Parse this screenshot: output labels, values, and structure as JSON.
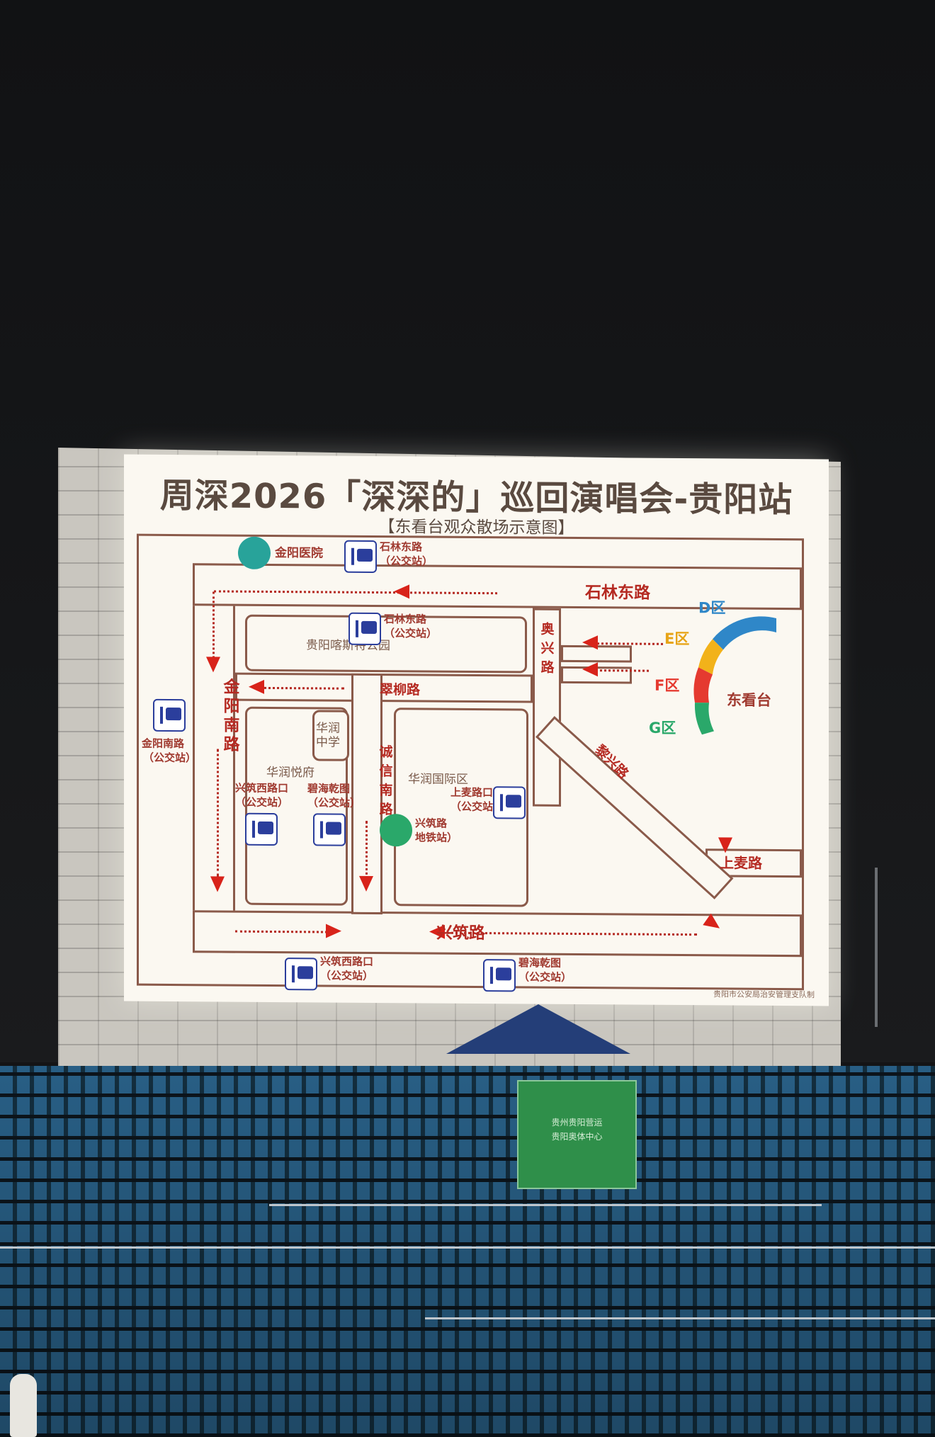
{
  "screen": {
    "title": "周深2026「深深的」巡回演唱会-贵阳站",
    "subtitle": "【东看台观众散场示意图】",
    "credit": "贵阳市公安局治安管理支队制"
  },
  "roads": {
    "shilin_east": "石林东路",
    "jinyang_south": "金阳南路",
    "cuiliu": "翠柳路",
    "chengxin_south": "诚信南路",
    "aoxing": "奥兴路",
    "liyang": "黎兴路",
    "shangmai": "上麦路",
    "xingzhu": "兴筑路"
  },
  "places": {
    "hospital": "金阳医院",
    "karst_park": "贵阳喀斯特公园",
    "school": "华润中学",
    "huarun_yuefu": "华润悦府",
    "huarun_intl": "华润国际区",
    "east_stand": "东看台"
  },
  "stops": {
    "shilin_top_name": "石林东路",
    "shilin_top_type": "（公交站）",
    "shilin_park_name": "石林东路",
    "shilin_park_type": "（公交站）",
    "jinyang_name": "金阳南路",
    "jinyang_type": "（公交站）",
    "xzxl_inner_name": "兴筑西路口",
    "xzxl_inner_type": "（公交站）",
    "bhqt_inner_name": "碧海乾图",
    "bhqt_inner_type": "（公交站）",
    "shangmai_name": "上麦路口",
    "shangmai_type": "（公交站）",
    "metro_name": "兴筑路",
    "metro_type": "地铁站）",
    "xzxl_bottom_name": "兴筑西路口",
    "xzxl_bottom_type": "（公交站）",
    "bhqt_bottom_name": "碧海乾图",
    "bhqt_bottom_type": "（公交站）"
  },
  "zones": {
    "d": "D区",
    "e": "E区",
    "f": "F区",
    "g": "G区"
  },
  "colors": {
    "road_outline": "#8a5a4a",
    "route_red": "#d8231a",
    "bus_blue": "#2b3e9c",
    "zone_d": "#2f87c8",
    "zone_e": "#f2b21a",
    "zone_f": "#e53a30",
    "zone_g": "#2aa86a"
  },
  "booth": {
    "line1": "贵州贵阳营运",
    "line2": "贵阳奥体中心"
  }
}
